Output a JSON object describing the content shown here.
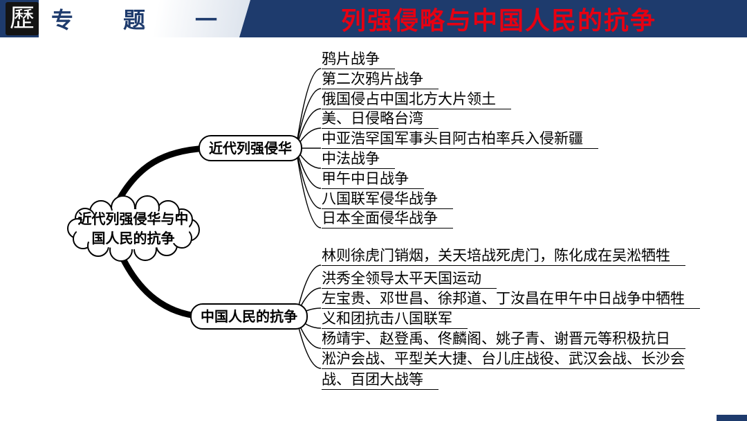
{
  "slide": {
    "header": {
      "logo_char": "歷",
      "topic": {
        "chars": [
          "专",
          "题",
          "一"
        ]
      },
      "title": "列强侵略与中国人民的抗争",
      "colors": {
        "bar": "#1e3b6d",
        "title_red": "#e60012",
        "topic_text": "#1e3b6d",
        "line_color": "#000000"
      }
    },
    "mindmap": {
      "root": "近代列强侵华与中国人民的抗争",
      "branches": [
        {
          "label": "近代列强侵华",
          "items": [
            "鸦片战争",
            "第二次鸦片战争",
            "俄国侵占中国北方大片领土",
            "美、日侵略台湾",
            "中亚浩罕国军事头目阿古柏率兵入侵新疆",
            "中法战争",
            "甲午中日战争",
            "八国联军侵华战争",
            "日本全面侵华战争"
          ]
        },
        {
          "label": "中国人民的抗争",
          "items": [
            "林则徐虎门销烟，关天培战死虎门，陈化成在吴淞牺牲",
            "洪秀全领导太平天国运动",
            "左宝贵、邓世昌、徐邦道、丁汝昌在甲午中日战争中牺牲",
            "义和团抗击八国联军",
            "杨靖宇、赵登禹、佟麟阁、姚子青、谢晋元等积极抗日",
            "淞沪会战、平型关大捷、台儿庄战役、武汉会战、长沙会战、百团大战等"
          ]
        }
      ]
    }
  }
}
